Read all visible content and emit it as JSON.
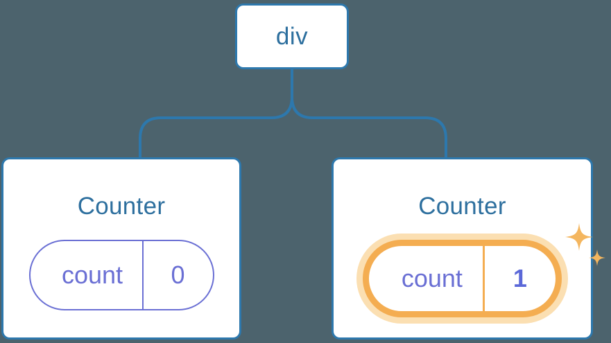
{
  "diagram": {
    "type": "component-tree",
    "background_color": "#4c636d",
    "node_border_color": "#2d78ad",
    "node_text_color": "#2d6f9e",
    "state_color": "#6a6fd4",
    "highlight_color": "#f4ad51",
    "highlight_glow_color": "#fbdfb2",
    "connector_color": "#2d78ad"
  },
  "root": {
    "label": "div"
  },
  "children": [
    {
      "title": "Counter",
      "state": {
        "key": "count",
        "value": "0",
        "highlighted": false
      }
    },
    {
      "title": "Counter",
      "state": {
        "key": "count",
        "value": "1",
        "highlighted": true
      }
    }
  ],
  "sparkle": {
    "name": "sparkle-icon",
    "color": "#f4b65f"
  }
}
